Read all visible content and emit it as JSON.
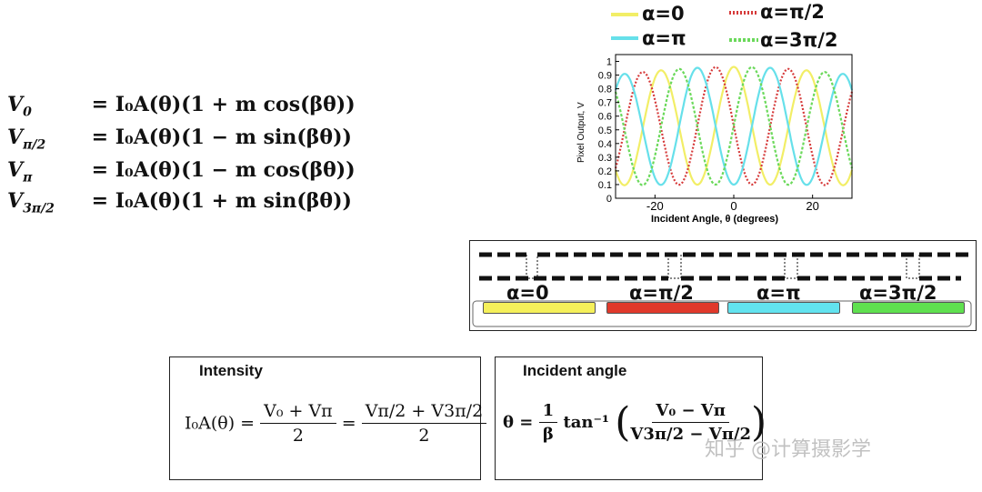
{
  "equations": [
    {
      "lhs": "V",
      "sub": "0",
      "rhs": "= I₀A(θ)(1 + m cos(βθ))"
    },
    {
      "lhs": "V",
      "sub": "π/2",
      "rhs": "= I₀A(θ)(1 − m sin(βθ))"
    },
    {
      "lhs": "V",
      "sub": "π",
      "rhs": "= I₀A(θ)(1 − m cos(βθ))"
    },
    {
      "lhs": "V",
      "sub": "3π/2",
      "rhs": "= I₀A(θ)(1 + m sin(βθ))"
    }
  ],
  "legend": [
    {
      "label": "α=0",
      "color": "#f2ee66",
      "dash": "solid"
    },
    {
      "label": "α=π/2",
      "color": "#d63a3a",
      "dash": "dotted"
    },
    {
      "label": "α=π",
      "color": "#66e0ea",
      "dash": "solid"
    },
    {
      "label": "α=3π/2",
      "color": "#6bd95b",
      "dash": "dashed"
    }
  ],
  "chart_data": {
    "type": "line",
    "xlabel": "Incident Angle, θ (degrees)",
    "ylabel": "Pixel Output, V",
    "xlim": [
      -30,
      30
    ],
    "ylim": [
      0,
      1.05
    ],
    "xticks": [
      "-20",
      "0",
      "20"
    ],
    "yticks": [
      "0",
      "0.1",
      "0.2",
      "0.3",
      "0.4",
      "0.5",
      "0.6",
      "0.7",
      "0.8",
      "0.9",
      "1"
    ],
    "series": [
      {
        "name": "α=0",
        "color": "#f2ee66",
        "phase": 0
      },
      {
        "name": "α=π/2",
        "color": "#d63a3a",
        "phase": 1.5708
      },
      {
        "name": "α=π",
        "color": "#66e0ea",
        "phase": 3.1416
      },
      {
        "name": "α=3π/2",
        "color": "#6bd95b",
        "phase": 4.7124
      }
    ]
  },
  "grating": {
    "pixels": [
      {
        "label": "α=0",
        "color": "#f5f05a"
      },
      {
        "label": "α=π/2",
        "color": "#e0392b"
      },
      {
        "label": "α=π",
        "color": "#62e3ef"
      },
      {
        "label": "α=3π/2",
        "color": "#5fe04f"
      }
    ]
  },
  "intensity_box": {
    "title": "Intensity",
    "lhs": "I₀A(θ) =",
    "frac1_num": "V₀ + Vπ",
    "frac1_den": "2",
    "eq2": "=",
    "frac2_num": "Vπ/2 + V3π/2",
    "frac2_den": "2"
  },
  "angle_box": {
    "title": "Incident angle",
    "lhs": "θ =",
    "frac_num": "1",
    "frac_den": "β",
    "fn": "tan⁻¹",
    "inner_num": "V₀ − Vπ",
    "inner_den": "V3π/2 − Vπ/2"
  },
  "watermark": "知乎 @计算摄影学"
}
